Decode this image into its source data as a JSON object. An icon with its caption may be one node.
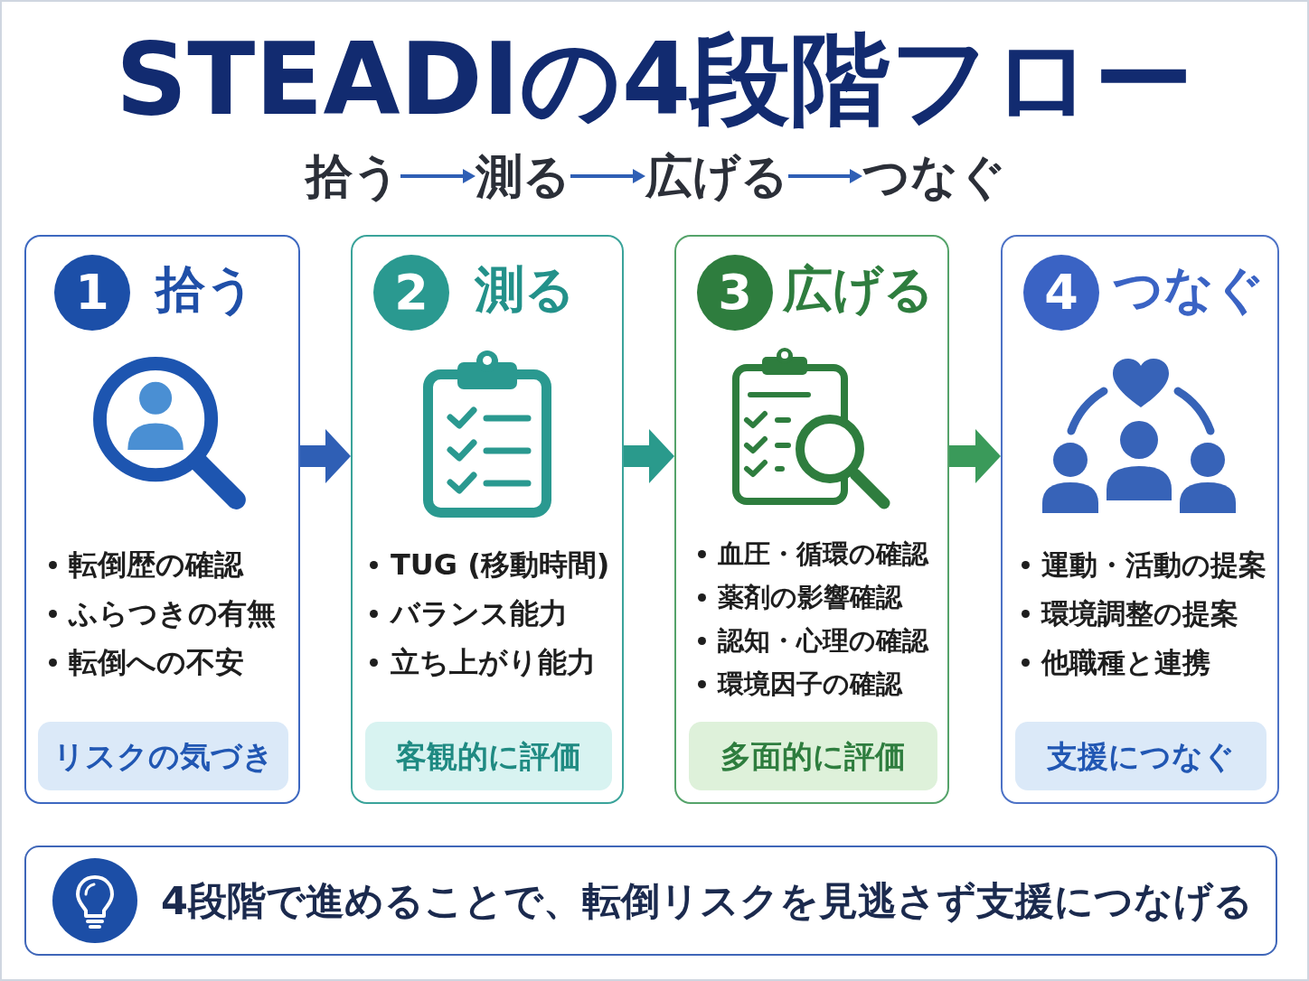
{
  "diagram": {
    "title": "STEADIの4段階フロー",
    "nodes": [
      {
        "text": [
          "拾う"
        ]
      },
      {
        "text": [
          "測る"
        ]
      },
      {
        "text": [
          "広げる"
        ]
      },
      {
        "text": [
          "つなぐ"
        ]
      },
      {
        "text": [
          "拾う",
          "転倒歴の確認",
          "ふらつきの有無",
          "転倒への不安"
        ]
      },
      {
        "text": [
          "1"
        ],
        "in": 4
      },
      {
        "text": [
          "リスクの気づき"
        ],
        "in": 4
      },
      {
        "text": [
          "測る",
          "TUG (移動時間)",
          "バランス能力",
          "立ち上がり能力"
        ]
      },
      {
        "text": [
          "2"
        ],
        "in": 7
      },
      {
        "text": [
          "客観的に評価"
        ],
        "in": 7
      },
      {
        "text": [
          "広げる",
          "血圧・循環の確認",
          "薬剤の影響確認",
          "認知・心理の確認",
          "環境因子の確認"
        ]
      },
      {
        "text": [
          "3"
        ],
        "in": 10
      },
      {
        "text": [
          "多面的に評価"
        ],
        "in": 10
      },
      {
        "text": [
          "つなぐ",
          "運動・活動の提案",
          "環境調整の提案",
          "他職種と連携"
        ]
      },
      {
        "text": [
          "4"
        ],
        "in": 13
      },
      {
        "text": [
          "支援につなぐ"
        ],
        "in": 13
      },
      {
        "text": [
          "4段階で進めることで、転倒リスクを見逃さず支援につなげる"
        ]
      }
    ],
    "edges": [
      {
        "from": 0,
        "to": 1,
        "arrow": "to"
      },
      {
        "from": 1,
        "to": 2,
        "arrow": "to"
      },
      {
        "from": 2,
        "to": 3,
        "arrow": "to"
      },
      {
        "from": 4,
        "to": 7,
        "arrow": "to",
        "style": "thick"
      },
      {
        "from": 7,
        "to": 10,
        "arrow": "to",
        "style": "thick",
        "color": "#2a9a8c"
      },
      {
        "from": 10,
        "to": 13,
        "arrow": "to",
        "style": "thick",
        "color": "#3a9a5a"
      }
    ]
  }
}
